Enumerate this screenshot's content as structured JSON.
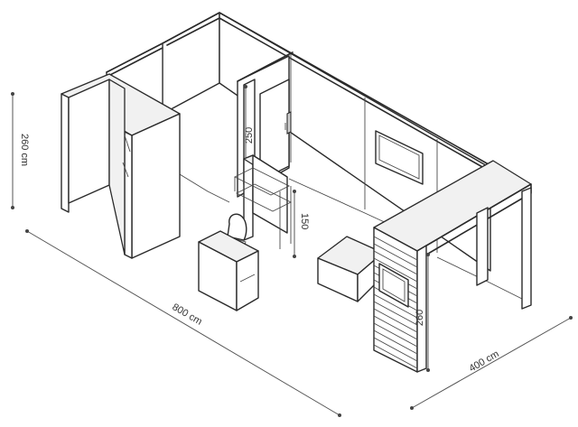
{
  "dimensions": {
    "overall_height": "260 cm",
    "length": "800 cm",
    "depth": "400 cm",
    "storage_height": "250",
    "display_height": "150",
    "slat_wall_height": "260"
  }
}
